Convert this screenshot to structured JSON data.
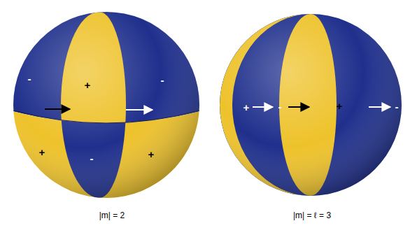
{
  "diagram": {
    "labels": [
      "-",
      "+",
      "-",
      "+",
      "-",
      "+",
      "+",
      "-",
      "+",
      "-",
      "|m| = 2",
      "|m| = ℓ = 3"
    ]
  }
}
